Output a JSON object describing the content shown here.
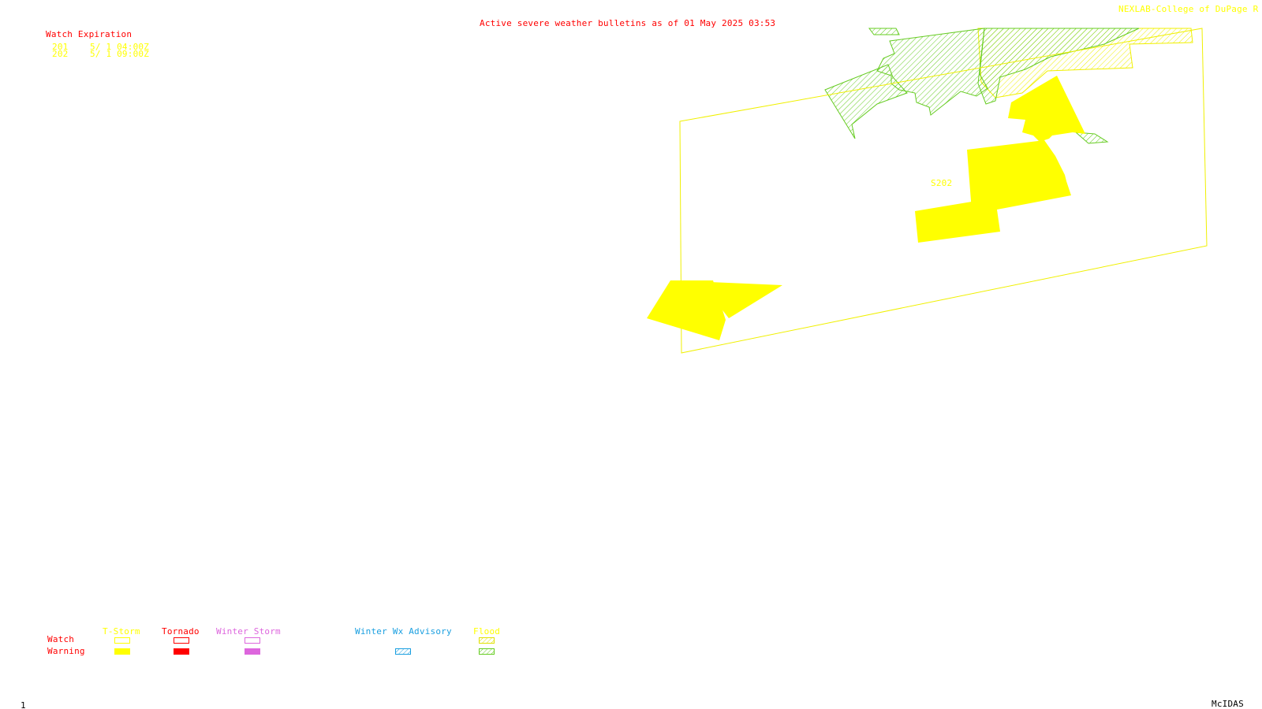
{
  "header": {
    "title": "Active severe weather bulletins as of 01 May 2025 03:53",
    "credit": "NEXLAB-College of DuPage R"
  },
  "watch_expiration": {
    "heading": "Watch Expiration",
    "rows": [
      {
        "number": "201",
        "expires": "5/ 1 04:00Z"
      },
      {
        "number": "202",
        "expires": "5/ 1 09:00Z"
      }
    ]
  },
  "map": {
    "watch_label": "S202"
  },
  "legend": {
    "row_labels": {
      "watch": "Watch",
      "warning": "Warning"
    },
    "categories": [
      {
        "label": "T-Storm",
        "color": "#ffff00",
        "watch_style": "outline",
        "warning_style": "solid"
      },
      {
        "label": "Tornado",
        "color": "#ff0000",
        "watch_style": "outline",
        "warning_style": "solid"
      },
      {
        "label": "Winter Storm",
        "color": "#dd66dd",
        "watch_style": "outline",
        "warning_style": "solid"
      },
      {
        "label": "Winter Wx Advisory",
        "color": "#1a9fe0",
        "watch_style": "none",
        "warning_style": "hatched"
      },
      {
        "label": "Flood",
        "color": "#ffff00",
        "watch_style": "hatched",
        "warning_style": "hatched",
        "warning_color": "#66cc22"
      }
    ]
  },
  "footer": {
    "frame": "1",
    "software": "McIDAS"
  },
  "colors": {
    "title_red": "#ff0000",
    "watch_yellow": "#ffff00",
    "tstorm_warning": "#ffff00",
    "flood_warning_green": "#66cc22",
    "flood_advisory_yellow": "#ffff00"
  }
}
